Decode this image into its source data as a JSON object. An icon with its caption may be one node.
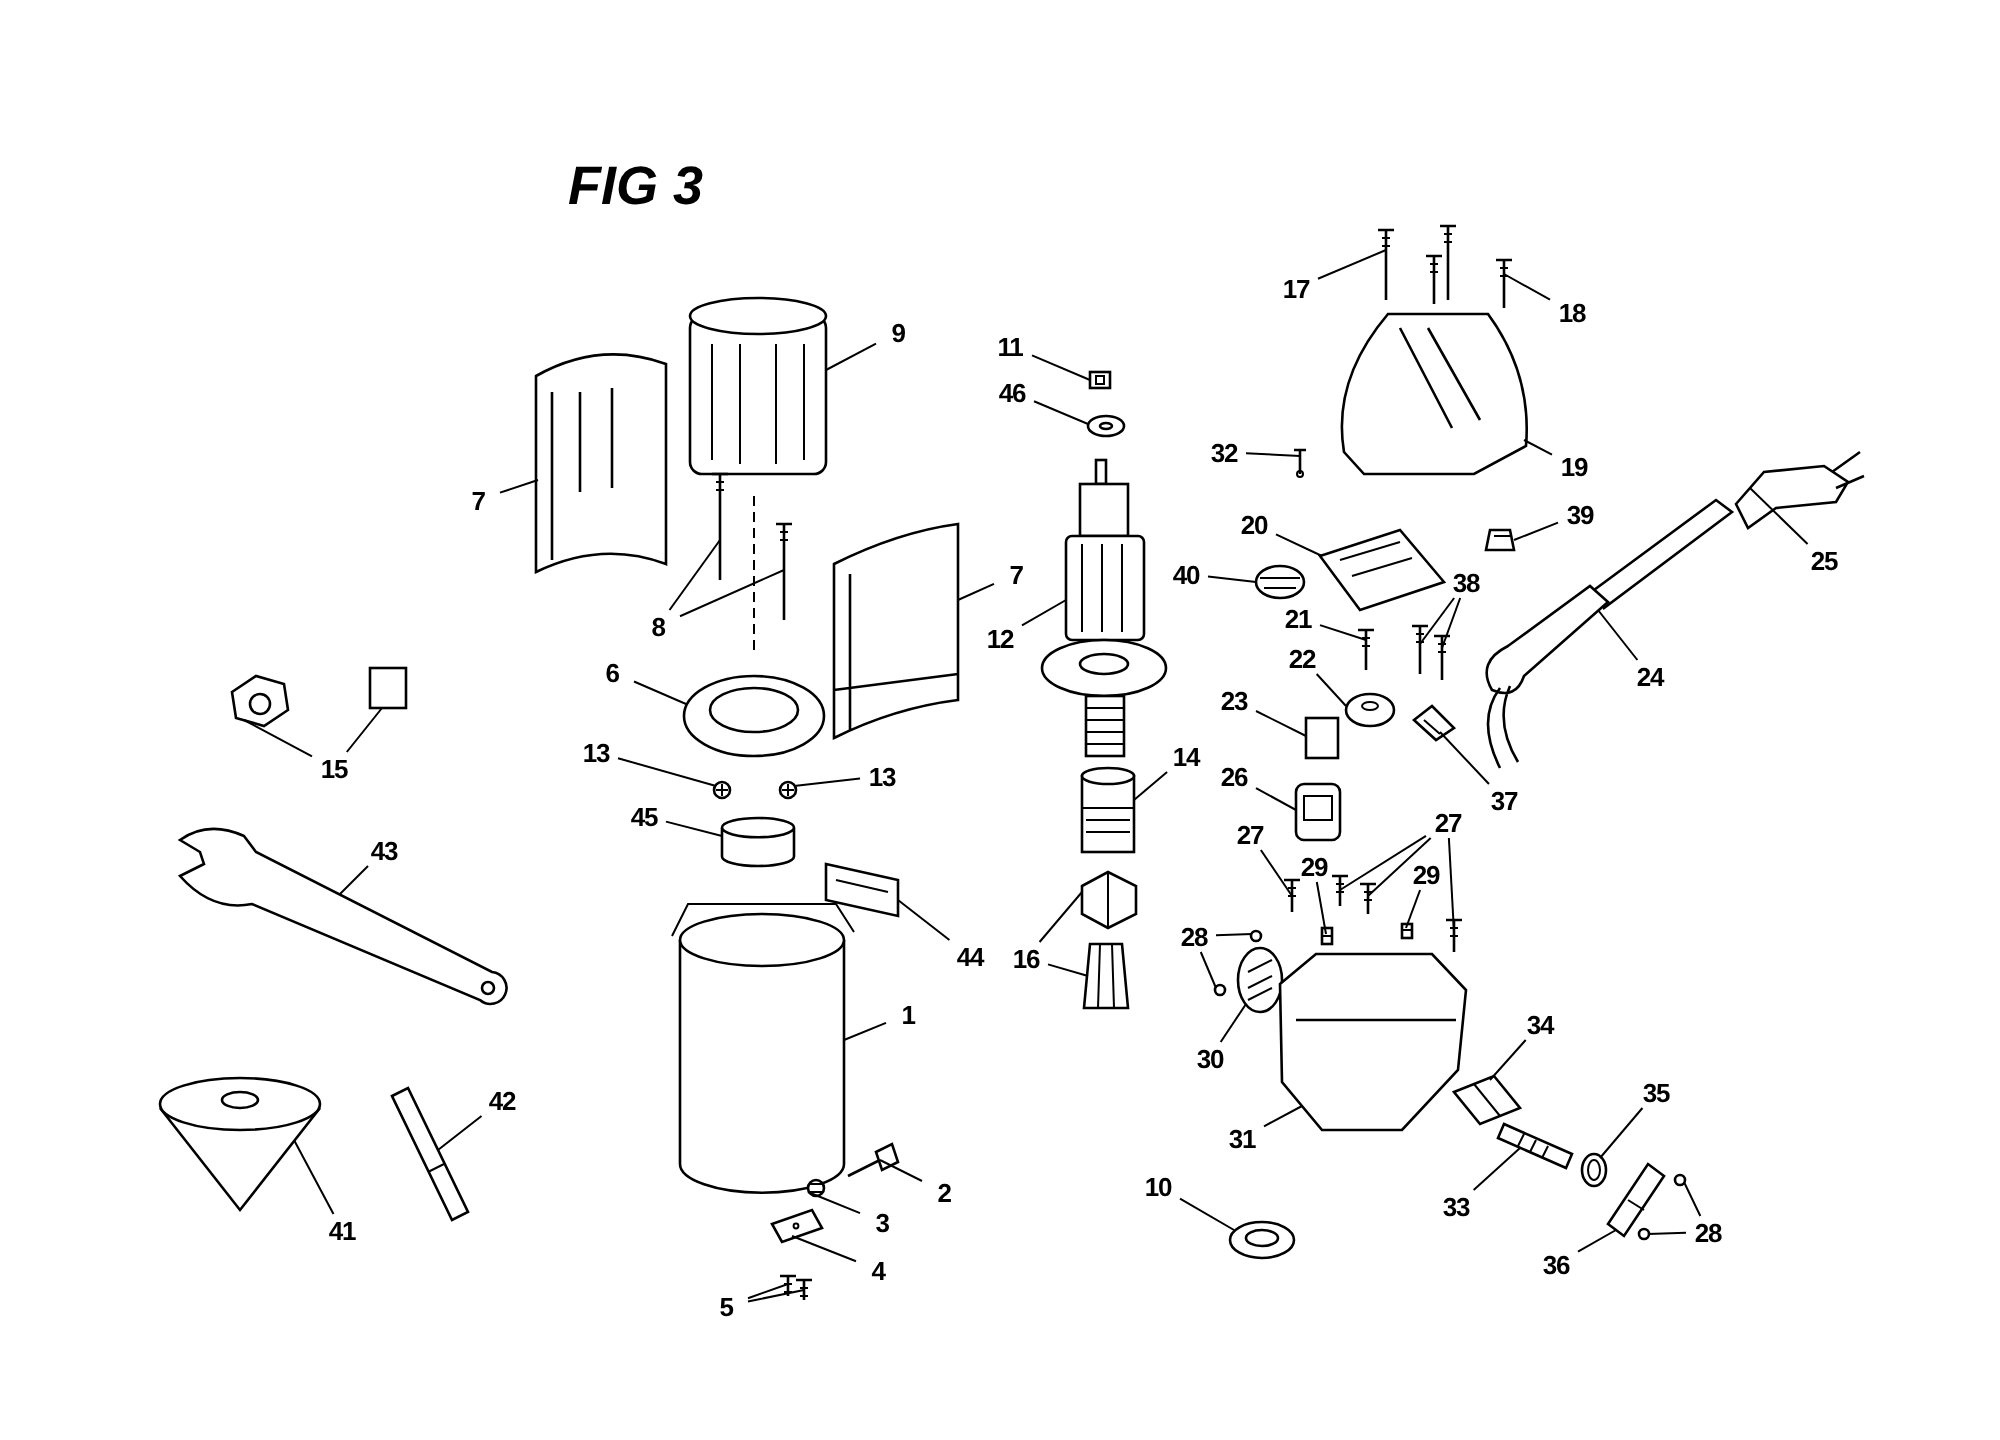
{
  "diagram": {
    "title": "FIG 3",
    "nodes": [
      {
        "text": [
          "17"
        ]
      },
      {
        "text": [
          "18"
        ]
      },
      {
        "text": [
          "9"
        ]
      },
      {
        "text": [
          "11"
        ]
      },
      {
        "text": [
          "46"
        ]
      },
      {
        "text": [
          "7"
        ]
      },
      {
        "text": [
          "32"
        ]
      },
      {
        "text": [
          "19"
        ]
      },
      {
        "text": [
          "20"
        ]
      },
      {
        "text": [
          "39"
        ]
      },
      {
        "text": [
          "25"
        ]
      },
      {
        "text": [
          "40"
        ]
      },
      {
        "text": [
          "38"
        ]
      },
      {
        "text": [
          "7"
        ]
      },
      {
        "text": [
          "8"
        ]
      },
      {
        "text": [
          "21"
        ]
      },
      {
        "text": [
          "12"
        ]
      },
      {
        "text": [
          "22"
        ]
      },
      {
        "text": [
          "6"
        ]
      },
      {
        "text": [
          "24"
        ]
      },
      {
        "text": [
          "23"
        ]
      },
      {
        "text": [
          "37"
        ]
      },
      {
        "text": [
          "15"
        ]
      },
      {
        "text": [
          "13"
        ]
      },
      {
        "text": [
          "13"
        ]
      },
      {
        "text": [
          "26"
        ]
      },
      {
        "text": [
          "45"
        ]
      },
      {
        "text": [
          "14"
        ]
      },
      {
        "text": [
          "27"
        ]
      },
      {
        "text": [
          "27"
        ]
      },
      {
        "text": [
          "43"
        ]
      },
      {
        "text": [
          "29"
        ]
      },
      {
        "text": [
          "29"
        ]
      },
      {
        "text": [
          "28"
        ]
      },
      {
        "text": [
          "16"
        ]
      },
      {
        "text": [
          "44"
        ]
      },
      {
        "text": [
          "1"
        ]
      },
      {
        "text": [
          "34"
        ]
      },
      {
        "text": [
          "30"
        ]
      },
      {
        "text": [
          "35"
        ]
      },
      {
        "text": [
          "42"
        ]
      },
      {
        "text": [
          "31"
        ]
      },
      {
        "text": [
          "2"
        ]
      },
      {
        "text": [
          "41"
        ]
      },
      {
        "text": [
          "33"
        ]
      },
      {
        "text": [
          "3"
        ]
      },
      {
        "text": [
          "10"
        ]
      },
      {
        "text": [
          "28"
        ]
      },
      {
        "text": [
          "36"
        ]
      },
      {
        "text": [
          "4"
        ]
      },
      {
        "text": [
          "5"
        ]
      },
      {
        "text": [],
        "shape": "picture"
      },
      {
        "text": [],
        "shape": "picture"
      },
      {
        "text": [],
        "shape": "picture"
      },
      {
        "text": [],
        "shape": "picture"
      },
      {
        "text": [],
        "shape": "picture"
      },
      {
        "text": [],
        "shape": "picture"
      },
      {
        "text": [],
        "shape": "picture"
      },
      {
        "text": [],
        "shape": "picture"
      },
      {
        "text": [],
        "shape": "picture"
      },
      {
        "text": [],
        "shape": "picture"
      },
      {
        "text": [],
        "shape": "picture"
      },
      {
        "text": [],
        "shape": "picture"
      },
      {
        "text": [],
        "shape": "picture"
      },
      {
        "text": [],
        "shape": "picture"
      },
      {
        "text": [],
        "shape": "picture"
      },
      {
        "text": [],
        "shape": "picture"
      },
      {
        "text": [],
        "shape": "picture"
      },
      {
        "text": [],
        "shape": "picture"
      },
      {
        "text": [],
        "shape": "picture"
      },
      {
        "text": [],
        "shape": "picture"
      },
      {
        "text": [],
        "shape": "picture"
      },
      {
        "text": [],
        "shape": "picture"
      },
      {
        "text": [],
        "shape": "box"
      },
      {
        "text": [],
        "shape": "picture"
      },
      {
        "text": [],
        "shape": "picture"
      },
      {
        "text": [],
        "shape": "box"
      },
      {
        "text": [],
        "shape": "picture"
      },
      {
        "text": [],
        "shape": "picture"
      },
      {
        "text": [],
        "shape": "picture"
      },
      {
        "text": [],
        "shape": "cylinder"
      },
      {
        "text": [],
        "shape": "picture"
      },
      {
        "text": [],
        "shape": "picture"
      },
      {
        "text": [],
        "shape": "picture"
      },
      {
        "text": [],
        "shape": "picture"
      },
      {
        "text": [],
        "shape": "picture"
      },
      {
        "text": [],
        "shape": "picture"
      },
      {
        "text": [],
        "shape": "picture"
      },
      {
        "text": [],
        "shape": "picture"
      },
      {
        "text": [],
        "shape": "circle"
      },
      {
        "text": [],
        "shape": "circle"
      },
      {
        "text": [],
        "shape": "picture"
      },
      {
        "text": [],
        "shape": "picture"
      },
      {
        "text": [],
        "shape": "picture"
      },
      {
        "text": [],
        "shape": "picture"
      },
      {
        "text": [],
        "shape": "picture"
      },
      {
        "text": [],
        "shape": "picture"
      },
      {
        "text": [],
        "shape": "picture"
      },
      {
        "text": [],
        "shape": "picture"
      },
      {
        "text": [],
        "shape": "picture"
      },
      {
        "text": [],
        "shape": "picture"
      },
      {
        "text": [],
        "shape": "picture"
      },
      {
        "text": [],
        "shape": "picture"
      },
      {
        "text": [],
        "shape": "picture"
      },
      {
        "text": [],
        "shape": "picture"
      },
      {
        "text": [],
        "shape": "circle"
      },
      {
        "text": [],
        "shape": "circle"
      },
      {
        "text": [],
        "shape": "picture"
      },
      {
        "text": [],
        "shape": "picture"
      },
      {
        "text": [],
        "shape": "picture"
      },
      {
        "text": [],
        "shape": "picture"
      }
    ],
    "edges": [
      {
        "from": 0,
        "to": 51,
        "arrow": "none"
      },
      {
        "from": 1,
        "to": 52,
        "arrow": "none"
      },
      {
        "from": 2,
        "to": 53,
        "arrow": "none"
      },
      {
        "from": 3,
        "to": 54,
        "arrow": "none"
      },
      {
        "from": 4,
        "to": 55,
        "arrow": "none"
      },
      {
        "from": 5,
        "to": 56,
        "arrow": "none"
      },
      {
        "from": 6,
        "to": 57,
        "arrow": "none"
      },
      {
        "from": 7,
        "to": 58,
        "arrow": "none"
      },
      {
        "from": 8,
        "to": 59,
        "arrow": "none"
      },
      {
        "from": 9,
        "to": 60,
        "arrow": "none"
      },
      {
        "from": 10,
        "to": 61,
        "arrow": "none"
      },
      {
        "from": 11,
        "to": 62,
        "arrow": "none"
      },
      {
        "from": 12,
        "to": 63,
        "arrow": "none"
      },
      {
        "from": 12,
        "to": 64,
        "arrow": "none"
      },
      {
        "from": 13,
        "to": 65,
        "arrow": "none"
      },
      {
        "from": 14,
        "to": 66,
        "arrow": "none"
      },
      {
        "from": 14,
        "to": 67,
        "arrow": "none"
      },
      {
        "from": 15,
        "to": 68,
        "arrow": "none"
      },
      {
        "from": 16,
        "to": 69,
        "arrow": "none"
      },
      {
        "from": 17,
        "to": 70,
        "arrow": "none"
      },
      {
        "from": 18,
        "to": 71,
        "arrow": "none"
      },
      {
        "from": 19,
        "to": 72,
        "arrow": "none"
      },
      {
        "from": 20,
        "to": 73,
        "arrow": "none"
      },
      {
        "from": 21,
        "to": 74,
        "arrow": "none"
      },
      {
        "from": 22,
        "to": 75,
        "arrow": "none"
      },
      {
        "from": 22,
        "to": 76,
        "arrow": "none"
      },
      {
        "from": 23,
        "to": 77,
        "arrow": "none"
      },
      {
        "from": 24,
        "to": 78,
        "arrow": "none"
      },
      {
        "from": 25,
        "to": 79,
        "arrow": "none"
      },
      {
        "from": 26,
        "to": 80,
        "arrow": "none"
      },
      {
        "from": 27,
        "to": 81,
        "arrow": "none"
      },
      {
        "from": 28,
        "to": 82,
        "arrow": "none"
      },
      {
        "from": 29,
        "to": 83,
        "arrow": "none"
      },
      {
        "from": 29,
        "to": 84,
        "arrow": "none"
      },
      {
        "from": 29,
        "to": 85,
        "arrow": "none"
      },
      {
        "from": 30,
        "to": 86,
        "arrow": "none"
      },
      {
        "from": 31,
        "to": 87,
        "arrow": "none"
      },
      {
        "from": 32,
        "to": 88,
        "arrow": "none"
      },
      {
        "from": 33,
        "to": 89,
        "arrow": "none"
      },
      {
        "from": 33,
        "to": 90,
        "arrow": "none"
      },
      {
        "from": 34,
        "to": 91,
        "arrow": "none"
      },
      {
        "from": 34,
        "to": 92,
        "arrow": "none"
      },
      {
        "from": 35,
        "to": 93,
        "arrow": "none"
      },
      {
        "from": 36,
        "to": 94,
        "arrow": "none"
      },
      {
        "from": 37,
        "to": 95,
        "arrow": "none"
      },
      {
        "from": 38,
        "to": 96,
        "arrow": "none"
      },
      {
        "from": 39,
        "to": 97,
        "arrow": "none"
      },
      {
        "from": 40,
        "to": 98,
        "arrow": "none"
      },
      {
        "from": 41,
        "to": 99,
        "arrow": "none"
      },
      {
        "from": 42,
        "to": 100,
        "arrow": "none"
      },
      {
        "from": 43,
        "to": 101,
        "arrow": "none"
      },
      {
        "from": 44,
        "to": 102,
        "arrow": "none"
      },
      {
        "from": 45,
        "to": 103,
        "arrow": "none"
      },
      {
        "from": 46,
        "to": 104,
        "arrow": "none"
      },
      {
        "from": 47,
        "to": 105,
        "arrow": "none"
      },
      {
        "from": 47,
        "to": 106,
        "arrow": "none"
      },
      {
        "from": 48,
        "to": 107,
        "arrow": "none"
      },
      {
        "from": 49,
        "to": 108,
        "arrow": "none"
      },
      {
        "from": 50,
        "to": 109,
        "arrow": "none"
      },
      {
        "from": 50,
        "to": 110,
        "arrow": "none"
      }
    ]
  }
}
